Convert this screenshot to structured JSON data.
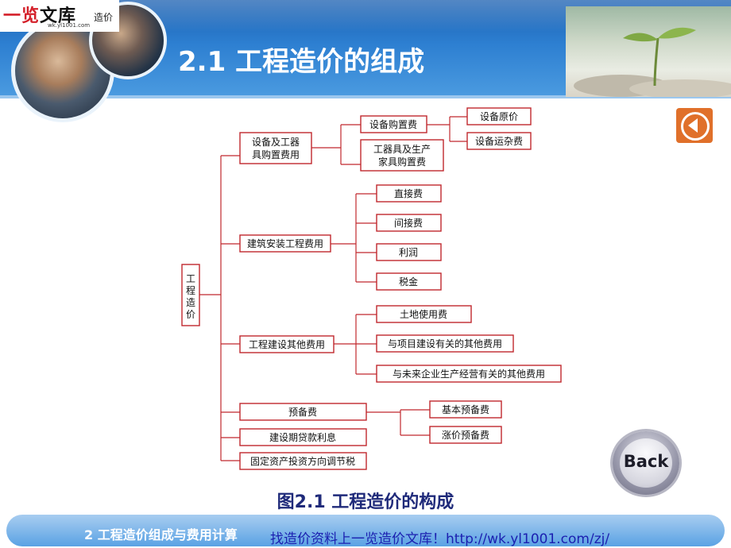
{
  "header": {
    "title": "2.1 工程造价的组成",
    "logo": {
      "main": "一览文库",
      "sub": "wk.yl1001.com",
      "tag": "造价"
    }
  },
  "diagram": {
    "root": "工程造价",
    "nodes": {
      "equip_tools": "设备及工器具购置费用",
      "equip_purchase": "设备购置费",
      "equip_original": "设备原价",
      "equip_transport": "设备运杂费",
      "tools_furniture": "工器具及生产家具购置费",
      "construction": "建筑安装工程费用",
      "direct": "直接费",
      "indirect": "间接费",
      "profit": "利润",
      "tax": "税金",
      "other": "工程建设其他费用",
      "land": "土地使用费",
      "project_related": "与项目建设有关的其他费用",
      "future_ops": "与未来企业生产经营有关的其他费用",
      "reserve": "预备费",
      "basic_reserve": "基本预备费",
      "price_reserve": "涨价预备费",
      "interest": "建设期贷款利息",
      "tax_adjust": "固定资产投资方向调节税"
    }
  },
  "caption": "图2.1    工程造价的构成",
  "nav": {
    "back_label": "Back"
  },
  "footer": {
    "left": "2 工程造价组成与费用计算",
    "right": "找造价资料上一览造价文库！http://wk.yl1001.com/zj/"
  },
  "colors": {
    "box_border": "#c0282d",
    "line": "#c0282d",
    "header": "#2d7fd1"
  }
}
